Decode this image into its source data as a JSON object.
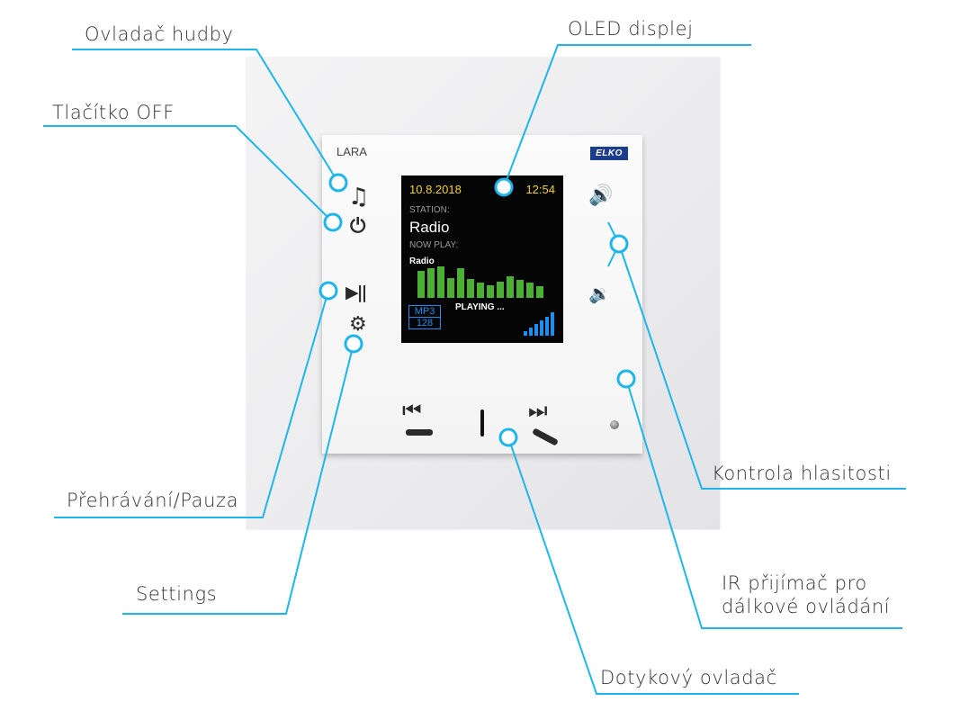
{
  "callouts": {
    "music": "Ovladač hudby",
    "off": "Tlačítko OFF",
    "oled": "OLED displej",
    "playpause": "Přehrávání/Pauza",
    "settings": "Settings",
    "volume": "Kontrola hlasitosti",
    "ir_line1": "IR přijímač pro",
    "ir_line2": "dálkové ovládání",
    "touch": "Dotykový ovladač"
  },
  "device": {
    "brand": "LARA",
    "logo": "ELKO"
  },
  "screen": {
    "date": "10.8.2018",
    "time": "12:54",
    "station_label": "STATION:",
    "station": "Radio",
    "now_play_label": "NOW PLAY:",
    "now_play": "Radio",
    "format_line1": "MP3",
    "format_line2": "128",
    "status": "PLAYING ...",
    "equalizer_levels": [
      0.82,
      0.92,
      0.96,
      0.6,
      0.92,
      0.58,
      0.48,
      0.38,
      0.5,
      0.66,
      0.56,
      0.48,
      0.36
    ],
    "signal_levels": [
      0.2,
      0.35,
      0.5,
      0.65,
      0.8,
      1.0
    ]
  },
  "icons": {
    "music": "♫",
    "power": "⏻",
    "playpause": "▶||",
    "settings": "⚙",
    "volume_up": "🔊",
    "volume_down": "🔉",
    "prev": "⏮",
    "next": "⏭"
  },
  "colors": {
    "callout_line": "#1eb6ea",
    "eq_bar": "#4cb034",
    "signal": "#1e8ef0",
    "date_text": "#f5d327"
  }
}
